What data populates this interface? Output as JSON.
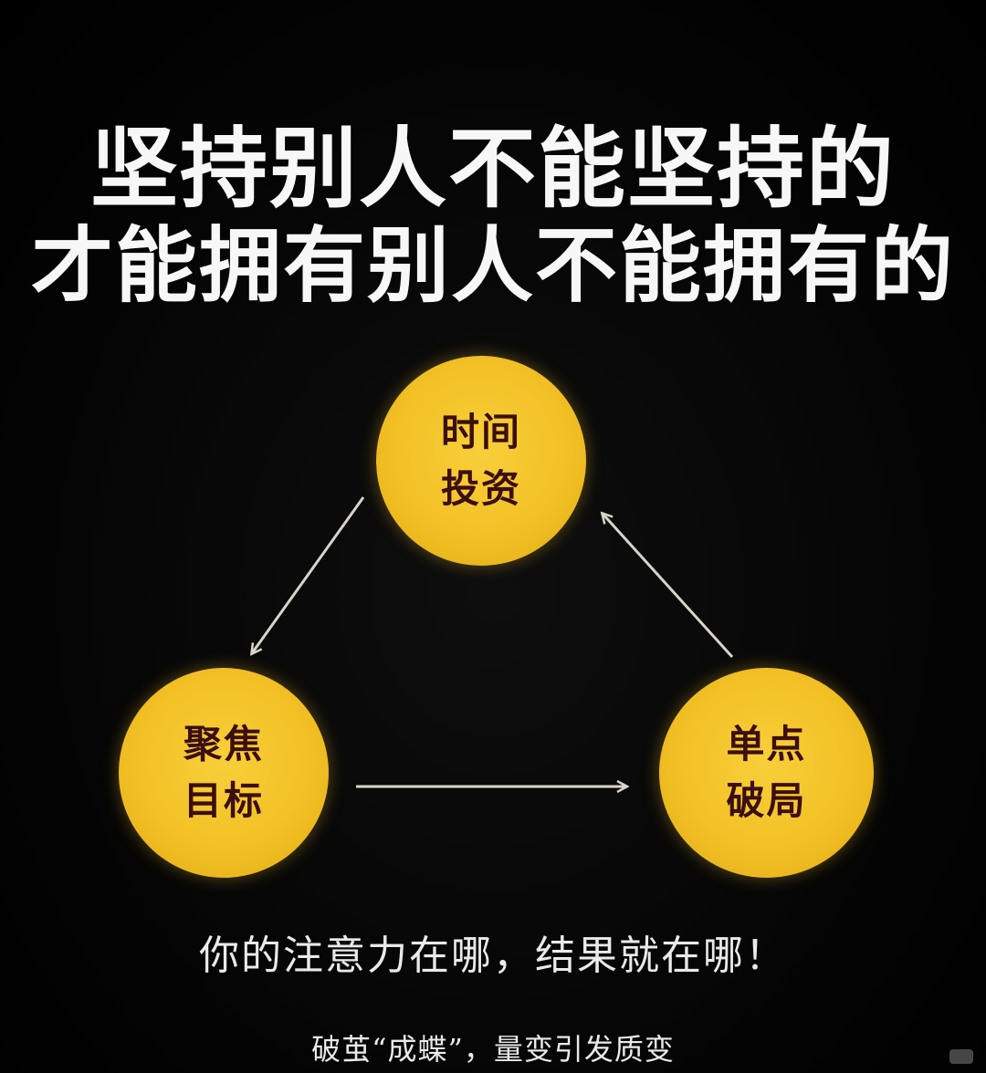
{
  "headline": {
    "line1": "坚持别人不能坚持的",
    "line2": "才能拥有别人不能拥有的"
  },
  "nodes": {
    "top": {
      "line1": "时间",
      "line2": "投资"
    },
    "left": {
      "line1": "聚焦",
      "line2": "目标"
    },
    "right": {
      "line1": "单点",
      "line2": "破局"
    }
  },
  "flow": [
    {
      "from": "时间投资",
      "to": "聚焦目标"
    },
    {
      "from": "聚焦目标",
      "to": "单点破局"
    },
    {
      "from": "单点破局",
      "to": "时间投资"
    }
  ],
  "caption": {
    "main": "你的注意力在哪，结果就在哪！",
    "sub": "破茧“成蝶”，量变引发质变"
  },
  "colors": {
    "background": "#000000",
    "circle_fill": "#f3c125",
    "circle_text": "#3b0f0f",
    "arrow": "#d8d4c8",
    "headline_text": "#f7f7f7"
  }
}
